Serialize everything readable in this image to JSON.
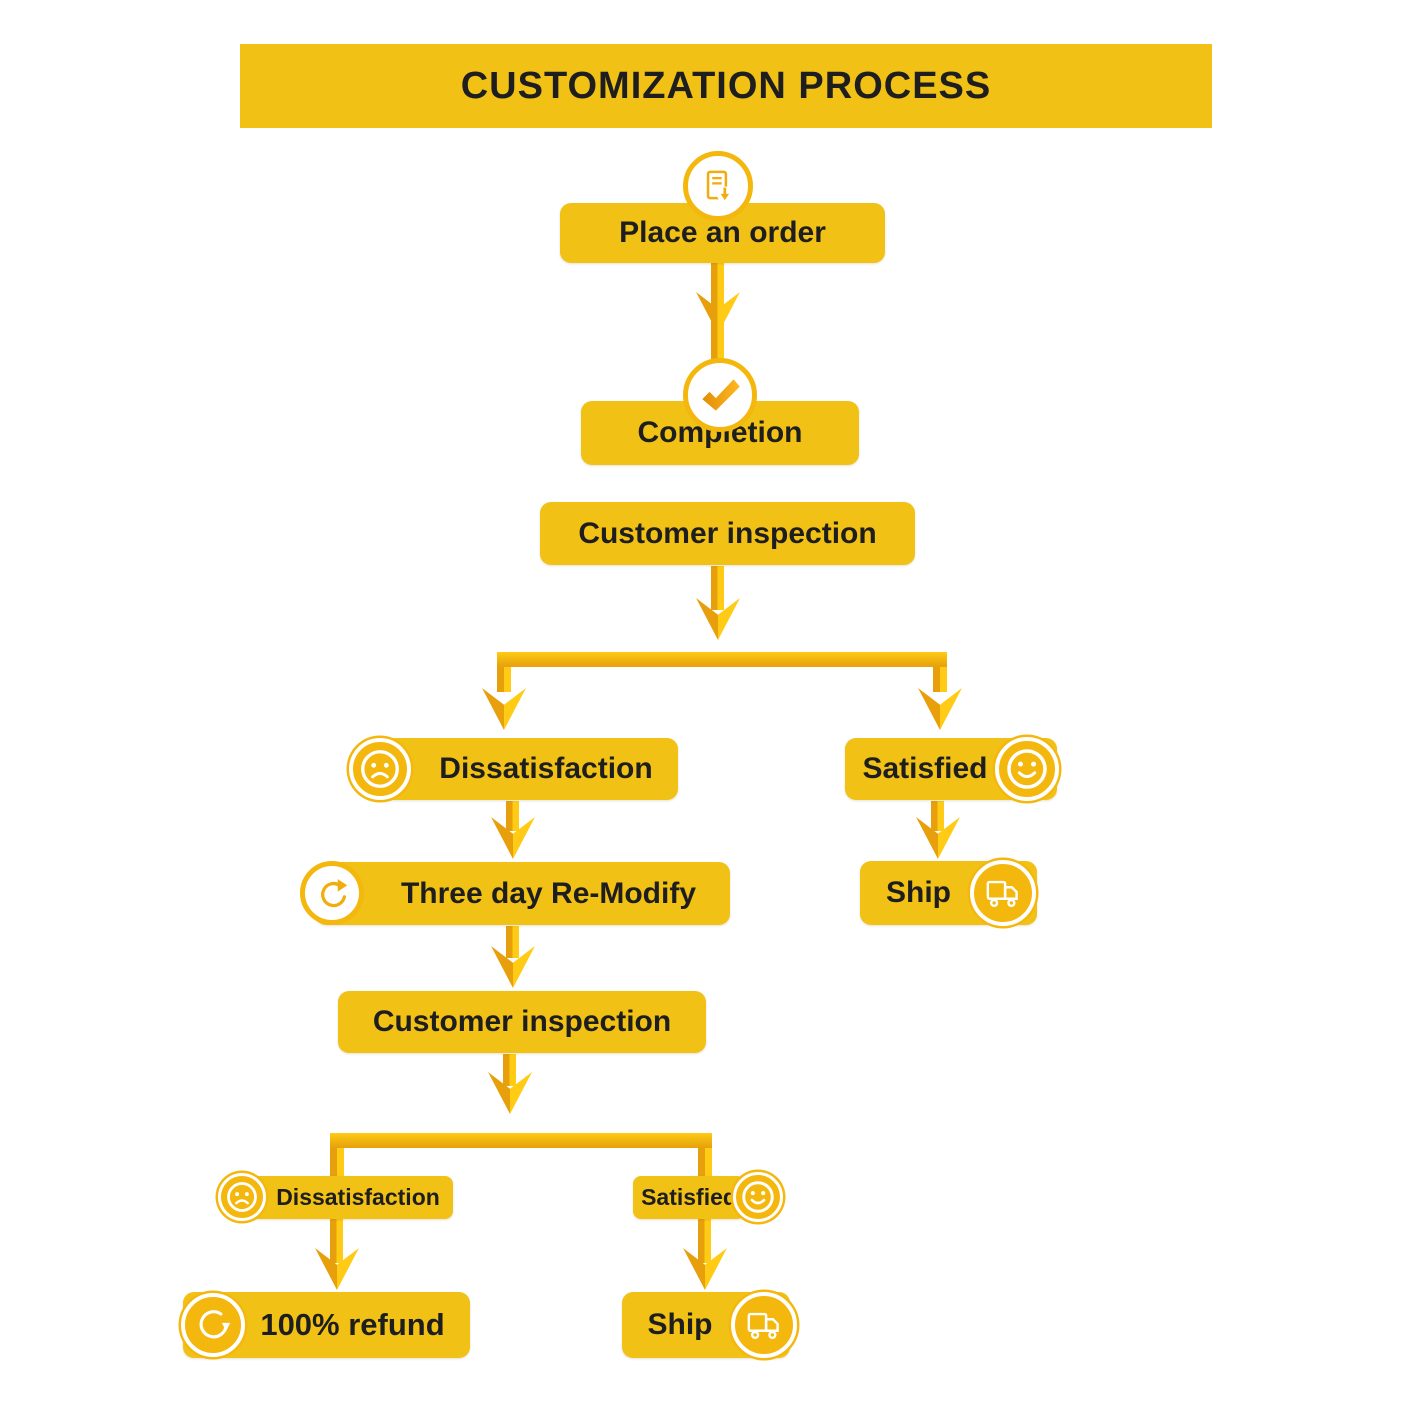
{
  "title": "CUSTOMIZATION PROCESS",
  "nodes": {
    "place_order": {
      "label": "Place an order",
      "icon": "order-document-icon"
    },
    "completion": {
      "label": "Completion",
      "icon": "checkmark-icon"
    },
    "inspection1": {
      "label": "Customer inspection"
    },
    "dissatisfaction1": {
      "label": "Dissatisfaction",
      "icon": "sad-face-icon"
    },
    "satisfied1": {
      "label": "Satisfied",
      "icon": "smiley-face-icon"
    },
    "remodify": {
      "label": "Three day Re-Modify",
      "icon": "redo-icon"
    },
    "ship1": {
      "label": "Ship",
      "icon": "truck-icon"
    },
    "inspection2": {
      "label": "Customer inspection"
    },
    "dissatisfaction2": {
      "label": "Dissatisfaction",
      "icon": "sad-face-icon"
    },
    "satisfied2": {
      "label": "Satisfied",
      "icon": "smiley-face-icon"
    },
    "refund": {
      "label": "100% refund",
      "icon": "refund-icon"
    },
    "ship2": {
      "label": "Ship",
      "icon": "truck-icon"
    }
  },
  "colors": {
    "background": "#FFFFFF",
    "box_yellow": "#F1C116",
    "icon_yellow": "#F4B70D",
    "arrow_dark": "#E7A00C",
    "arrow_light": "#FFCB15",
    "check_orange": "#F5A416",
    "text_dark": "#1E1E1E"
  }
}
